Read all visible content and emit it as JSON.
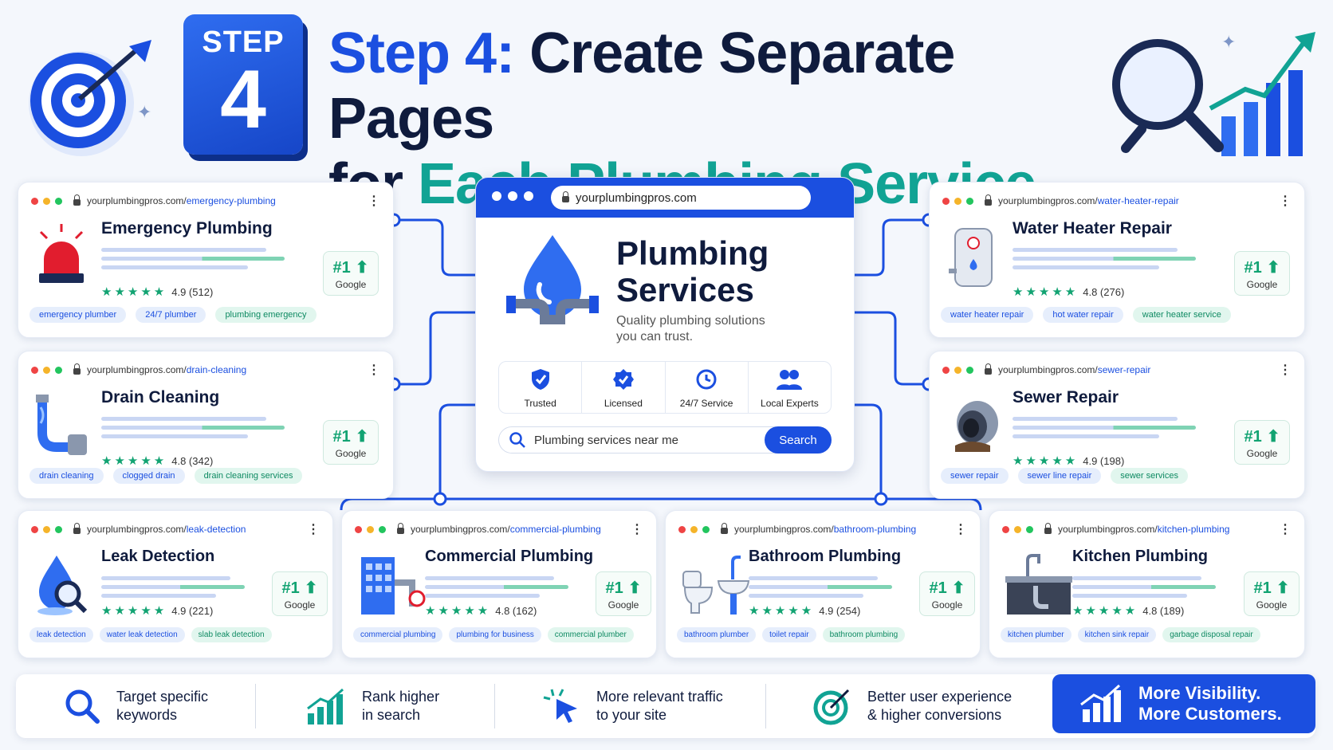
{
  "header": {
    "step_word": "STEP",
    "step_num": "4",
    "title_part1": "Step 4:",
    "title_part2": "Create Separate Pages",
    "title_part3": "for",
    "title_part4": "Each Plumbing Service"
  },
  "center": {
    "url": "yourplumbingpros.com",
    "title_line1": "Plumbing",
    "title_line2": "Services",
    "subtitle_line1": "Quality plumbing solutions",
    "subtitle_line2": "you can trust.",
    "features": [
      "Trusted",
      "Licensed",
      "24/7 Service",
      "Local Experts"
    ],
    "search_text": "Plumbing services near me",
    "search_button": "Search"
  },
  "cards": [
    {
      "domain": "yourplumbingpros.com/",
      "path": "emergency-plumbing",
      "title": "Emergency Plumbing",
      "stars": "★★★★★",
      "rating": "4.9 (512)",
      "rank": "#1",
      "engine": "Google",
      "tags": [
        "emergency plumber",
        "24/7 plumber",
        "plumbing emergency"
      ]
    },
    {
      "domain": "yourplumbingpros.com/",
      "path": "drain-cleaning",
      "title": "Drain Cleaning",
      "stars": "★★★★★",
      "rating": "4.8 (342)",
      "rank": "#1",
      "engine": "Google",
      "tags": [
        "drain cleaning",
        "clogged drain",
        "drain cleaning services"
      ]
    },
    {
      "domain": "yourplumbingpros.com/",
      "path": "water-heater-repair",
      "title": "Water Heater Repair",
      "stars": "★★★★★",
      "rating": "4.8 (276)",
      "rank": "#1",
      "engine": "Google",
      "tags": [
        "water heater repair",
        "hot water repair",
        "water heater service"
      ]
    },
    {
      "domain": "yourplumbingpros.com/",
      "path": "sewer-repair",
      "title": "Sewer Repair",
      "stars": "★★★★★",
      "rating": "4.9 (198)",
      "rank": "#1",
      "engine": "Google",
      "tags": [
        "sewer repair",
        "sewer line repair",
        "sewer services"
      ]
    },
    {
      "domain": "yourplumbingpros.com/",
      "path": "leak-detection",
      "title": "Leak Detection",
      "stars": "★★★★★",
      "rating": "4.9 (221)",
      "rank": "#1",
      "engine": "Google",
      "tags": [
        "leak detection",
        "water leak detection",
        "slab leak detection"
      ]
    },
    {
      "domain": "yourplumbingpros.com/",
      "path": "commercial-plumbing",
      "title": "Commercial Plumbing",
      "stars": "★★★★★",
      "rating": "4.8 (162)",
      "rank": "#1",
      "engine": "Google",
      "tags": [
        "commercial plumbing",
        "plumbing for business",
        "commercial plumber"
      ]
    },
    {
      "domain": "yourplumbingpros.com/",
      "path": "bathroom-plumbing",
      "title": "Bathroom Plumbing",
      "stars": "★★★★★",
      "rating": "4.9 (254)",
      "rank": "#1",
      "engine": "Google",
      "tags": [
        "bathroom plumber",
        "toilet repair",
        "bathroom plumbing"
      ]
    },
    {
      "domain": "yourplumbingpros.com/",
      "path": "kitchen-plumbing",
      "title": "Kitchen Plumbing",
      "stars": "★★★★★",
      "rating": "4.8 (189)",
      "rank": "#1",
      "engine": "Google",
      "tags": [
        "kitchen plumber",
        "kitchen sink repair",
        "garbage disposal repair"
      ]
    }
  ],
  "benefits": [
    {
      "line1": "Target specific",
      "line2": "keywords"
    },
    {
      "line1": "Rank higher",
      "line2": "in search"
    },
    {
      "line1": "More relevant traffic",
      "line2": "to your site"
    },
    {
      "line1": "Better user experience",
      "line2": "& higher conversions"
    }
  ],
  "cta": {
    "line1": "More Visibility.",
    "line2": "More Customers."
  },
  "colors": {
    "brand_blue": "#1b4fe0",
    "teal": "#11a394",
    "green": "#12a372",
    "navy": "#0f1b3d"
  }
}
